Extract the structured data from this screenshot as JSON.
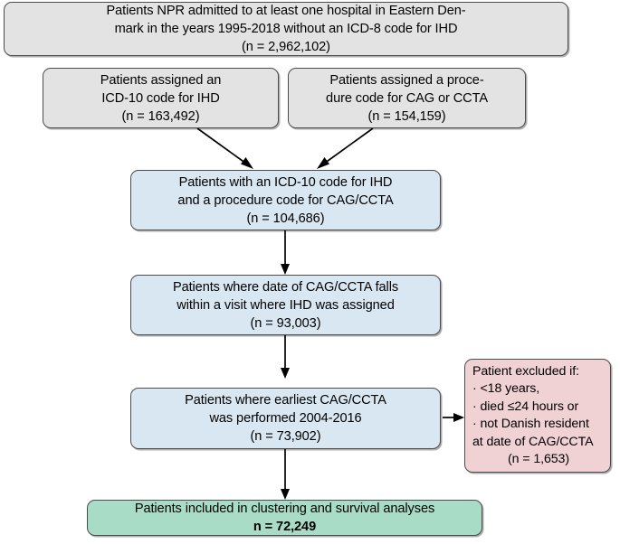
{
  "diagram": {
    "type": "flowchart",
    "title": "Patient cohort selection flow diagram",
    "colors": {
      "grey_fill": "#e3e3e3",
      "blue_fill": "#d9e7f2",
      "pink_fill": "#f0d2d5",
      "green_fill": "#a9dcc6",
      "border": "#4c4c4c",
      "text": "#000000",
      "arrow": "#000000"
    },
    "nodes": {
      "source_population": {
        "lines": [
          "Patients NPR admitted to at least one hospital in Eastern Den-",
          "mark in the years 1995-2018 without an ICD-8 code for IHD",
          "(n = 2,962,102)"
        ]
      },
      "icd10_ihd": {
        "lines": [
          "Patients assigned an",
          "ICD-10 code for IHD",
          "(n = 163,492)"
        ]
      },
      "procedure_cag_ccta": {
        "lines": [
          "Patients assigned a proce-",
          "dure code for CAG or CCTA",
          "(n = 154,159)"
        ]
      },
      "both_codes": {
        "lines": [
          "Patients with an ICD-10 code for IHD",
          "and a procedure code for CAG/CCTA",
          "(n = 104,686)"
        ]
      },
      "date_within_visit": {
        "lines": [
          "Patients where date of CAG/CCTA falls",
          "within a visit where IHD was assigned",
          "(n = 93,003)"
        ]
      },
      "earliest_2004_2016": {
        "lines": [
          "Patients where earliest CAG/CCTA",
          "was performed 2004-2016",
          "(n = 73,902)"
        ]
      },
      "exclusions": {
        "lines": [
          "Patient excluded if:",
          "· <18 years,",
          "· died ≤24 hours or",
          "· not Danish resident",
          "at date of CAG/CCTA"
        ],
        "count_line": "(n = 1,653)"
      },
      "final_cohort": {
        "lines": [
          "Patients included in clustering and survival analyses"
        ],
        "count_line": "n = 72,249"
      }
    }
  }
}
